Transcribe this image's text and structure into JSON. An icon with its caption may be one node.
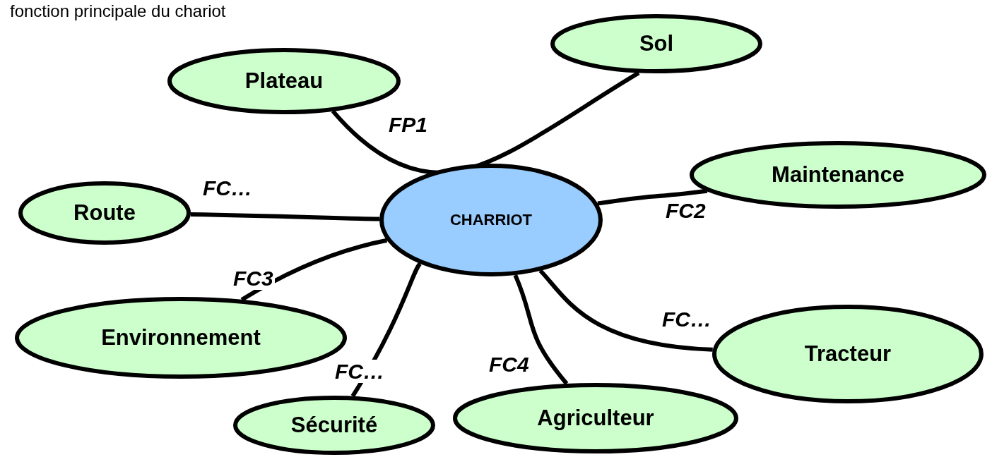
{
  "diagram": {
    "nodes": [
      {
        "text": [
          "CHARRIOT"
        ]
      },
      {
        "text": [
          "Plateau"
        ]
      },
      {
        "text": [
          "Sol"
        ]
      },
      {
        "text": [
          "Maintenance"
        ]
      },
      {
        "text": [
          "Route"
        ]
      },
      {
        "text": [
          "Environnement"
        ]
      },
      {
        "text": [
          "Sécurité"
        ]
      },
      {
        "text": [
          "Agriculteur"
        ]
      },
      {
        "text": [
          "Tracteur"
        ]
      }
    ],
    "edges": [
      {
        "from": 1,
        "to": 2,
        "arrow": "none",
        "label": "FP1"
      },
      {
        "from": 4,
        "to": 0,
        "arrow": "none",
        "label": "FC…"
      },
      {
        "from": 3,
        "to": 0,
        "arrow": "none",
        "label": "FC2"
      },
      {
        "from": 5,
        "to": 0,
        "arrow": "none",
        "label": "FC3"
      },
      {
        "from": 6,
        "to": 0,
        "arrow": "none",
        "label": "FC…"
      },
      {
        "from": 7,
        "to": 0,
        "arrow": "none",
        "label": "FC4"
      },
      {
        "from": 8,
        "to": 0,
        "arrow": "none",
        "label": "FC…"
      }
    ],
    "labels": [
      "fonction principale du chariot"
    ]
  }
}
